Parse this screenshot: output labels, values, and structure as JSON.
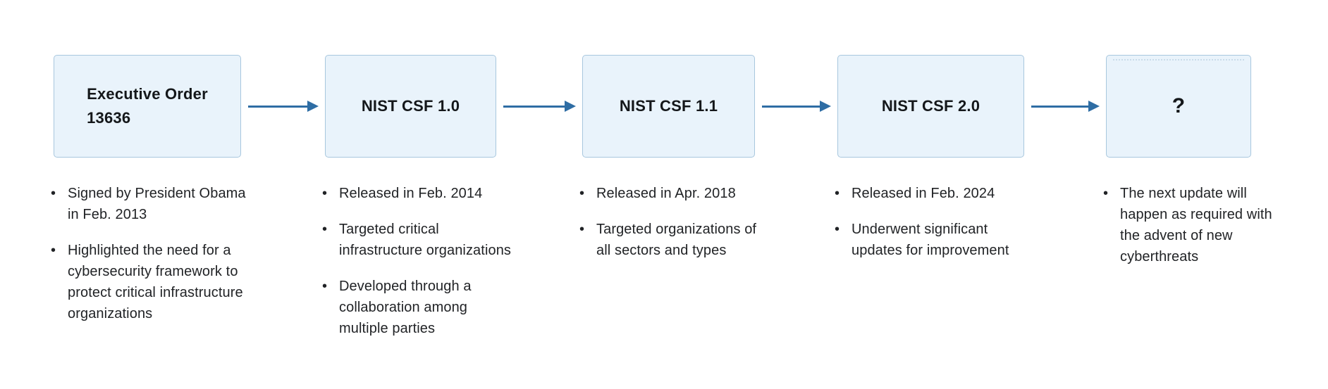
{
  "palette": {
    "page_bg": "#ffffff",
    "box_fill": "#e9f3fb",
    "box_border": "#a8c7de",
    "arrow": "#2e6da4",
    "title_text": "#14171a",
    "body_text": "#212326",
    "dotted_line": "#c9dcea"
  },
  "stages": [
    {
      "title": "Executive Order\n13636",
      "bullets": [
        "Signed by President Obama\nin Feb. 2013",
        "Highlighted the need for a\ncybersecurity framework to\nprotect critical infrastructure\norganizations"
      ]
    },
    {
      "title": "NIST CSF 1.0",
      "bullets": [
        "Released in Feb. 2014",
        "Targeted critical\ninfrastructure organizations",
        "Developed through a\ncollaboration among\nmultiple parties"
      ]
    },
    {
      "title": "NIST CSF 1.1",
      "bullets": [
        "Released in Apr. 2018",
        "Targeted organizations of\nall sectors and types"
      ]
    },
    {
      "title": "NIST CSF 2.0",
      "bullets": [
        "Released in Feb. 2024",
        "Underwent significant\nupdates for improvement"
      ]
    },
    {
      "title": "?",
      "bullets": [
        "The next update will\nhappen as required with\nthe advent of new\ncyberthreats"
      ]
    }
  ]
}
